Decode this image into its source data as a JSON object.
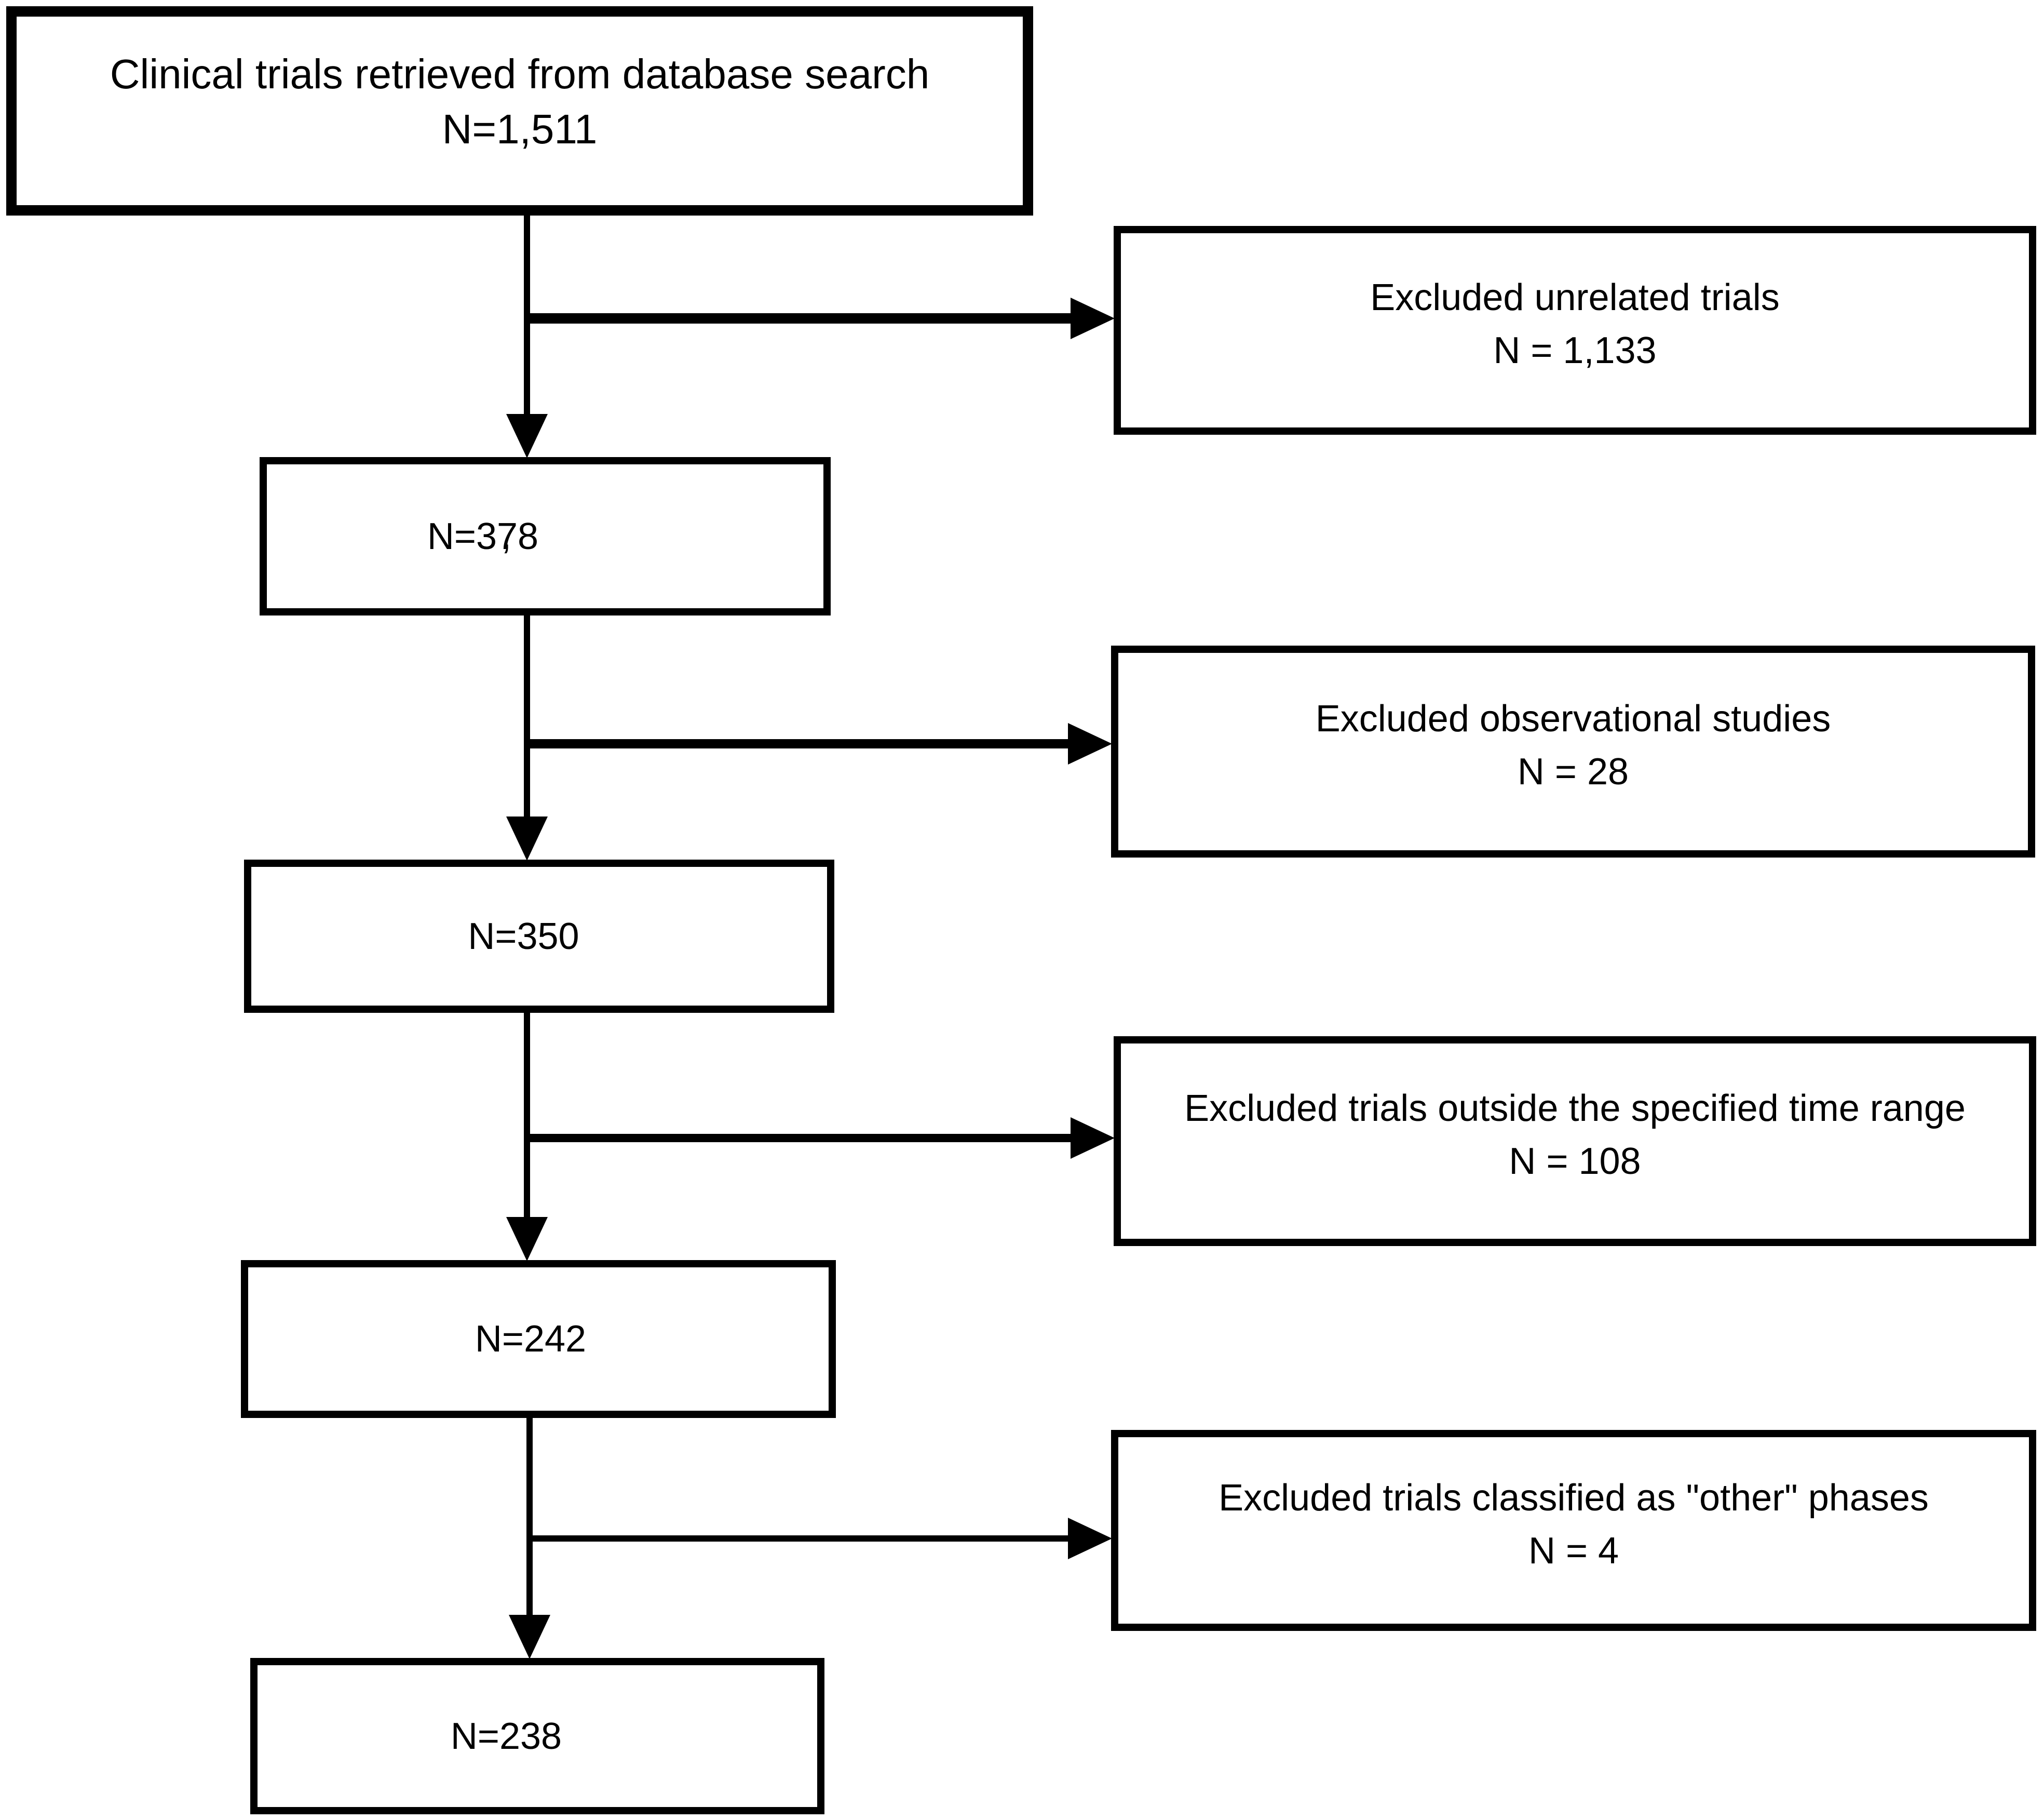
{
  "diagram": {
    "colors": {
      "background": "#ffffff",
      "line": "#000000",
      "text": "#000000"
    },
    "source_box": {
      "line1": "Clinical trials retrieved from database search",
      "line2": "N=1,511"
    },
    "flow_boxes": [
      {
        "label": "N=378",
        "stray_mark": ","
      },
      {
        "label": "N=350"
      },
      {
        "label": "N=242"
      },
      {
        "label": "N=238"
      }
    ],
    "exclusion_boxes": [
      {
        "line1": "Excluded unrelated trials",
        "line2": "N = 1,133"
      },
      {
        "line1": "Excluded observational studies",
        "line2": "N = 28"
      },
      {
        "line1": "Excluded trials outside the specified time range",
        "line2": "N = 108"
      },
      {
        "line1": "Excluded trials classified as \"other\" phases",
        "line2": "N = 4"
      }
    ]
  }
}
